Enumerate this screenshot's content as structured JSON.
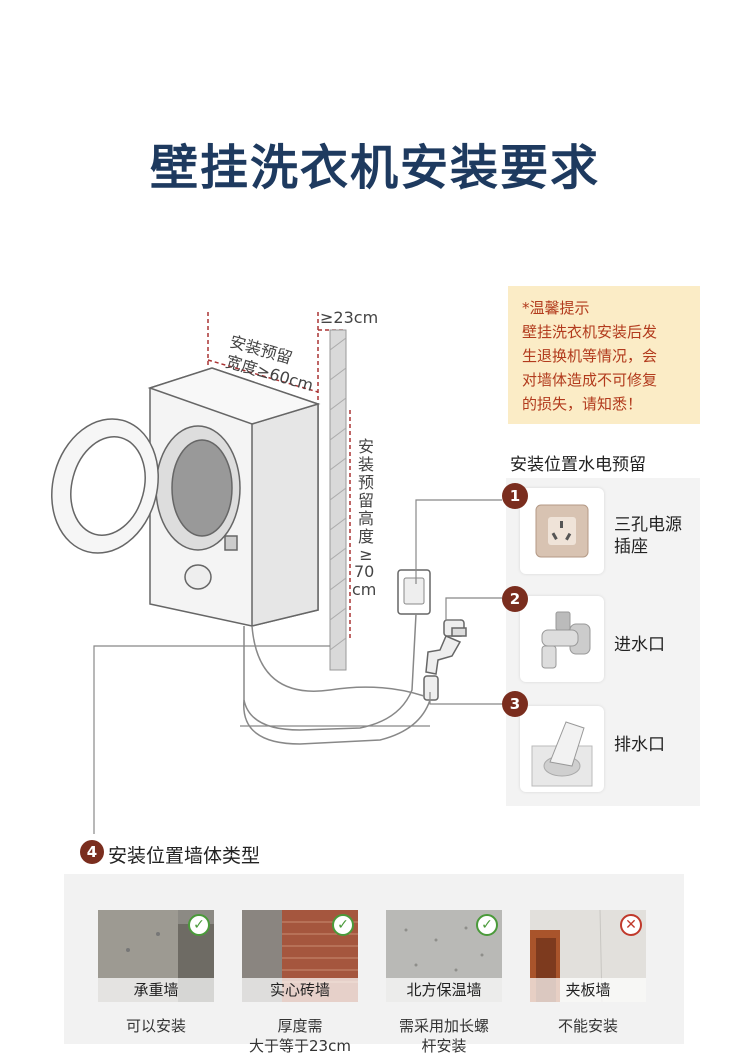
{
  "title": "壁挂洗衣机安装要求",
  "dimensions": {
    "depth": "≥23cm",
    "width_line1": "安装预留",
    "width_line2": "宽度≥60cm",
    "height_chars": [
      "安",
      "装",
      "预",
      "留",
      "高",
      "度",
      "≥"
    ],
    "height_value": "70",
    "height_unit": "cm"
  },
  "tip": {
    "lines": [
      "*温馨提示",
      "壁挂洗衣机安装后发",
      "生退换机等情况，会",
      "对墙体造成不可修复",
      "的损失，请知悉！"
    ]
  },
  "utilities": {
    "title": "安装位置水电预留",
    "items": [
      {
        "num": "1",
        "label_line1": "三孔电源",
        "label_line2": "插座",
        "icon": "power-socket-icon"
      },
      {
        "num": "2",
        "label_line1": "进水口",
        "label_line2": "",
        "icon": "water-faucet-icon"
      },
      {
        "num": "3",
        "label_line1": "排水口",
        "label_line2": "",
        "icon": "floor-drain-icon"
      }
    ]
  },
  "walls": {
    "num": "4",
    "title": "安装位置墙体类型",
    "cards": [
      {
        "name": "承重墙",
        "status": "ok",
        "note_line1": "可以安装",
        "note_line2": ""
      },
      {
        "name": "实心砖墙",
        "status": "ok",
        "note_line1": "厚度需",
        "note_line2": "大于等于23cm"
      },
      {
        "name": "北方保温墙",
        "status": "ok",
        "note_line1": "需采用加长螺",
        "note_line2": "杆安装"
      },
      {
        "name": "夹板墙",
        "status": "no",
        "note_line1": "不能安装",
        "note_line2": ""
      }
    ],
    "ok_mark": "✓",
    "no_mark": "✕"
  },
  "colors": {
    "title": "#1e3a5f",
    "tip_bg": "#fbecc6",
    "tip_text": "#b23b1d",
    "number_badge": "#7a2d1e",
    "ok": "#4a9a3a",
    "no": "#c0392b"
  }
}
